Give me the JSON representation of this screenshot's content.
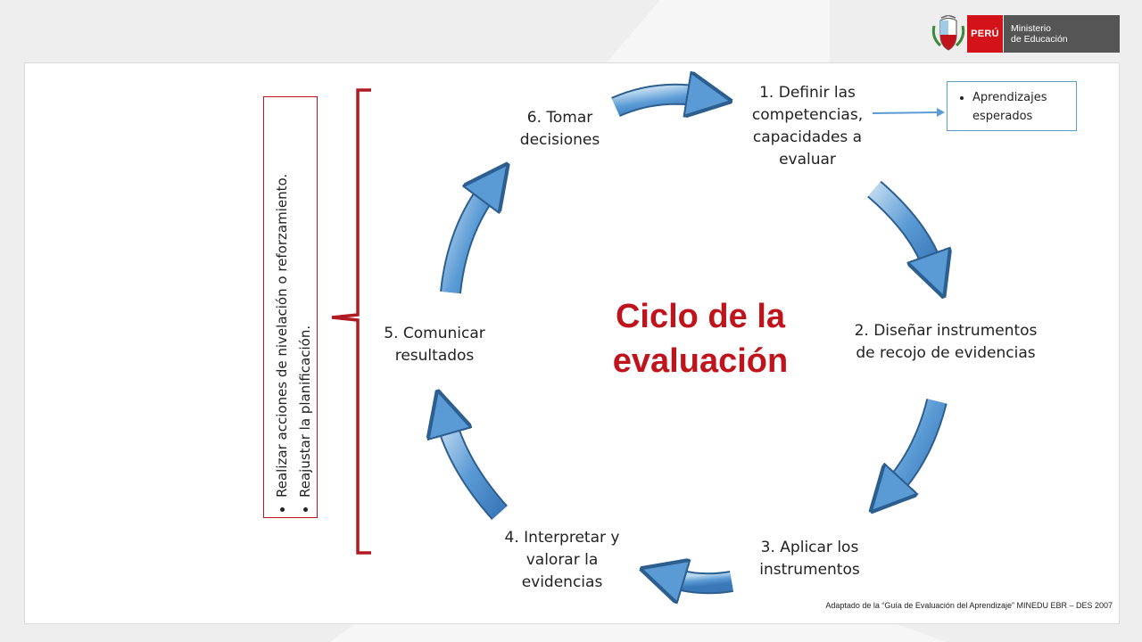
{
  "logo": {
    "country": "PERÚ",
    "ministry_line1": "Ministerio",
    "ministry_line2": "de Educación"
  },
  "title_lines": [
    "Ciclo de la",
    "evaluación"
  ],
  "steps": [
    {
      "lines": [
        "1. Definir las",
        "competencias,",
        "capacidades a",
        "evaluar"
      ]
    },
    {
      "lines": [
        "2. Diseñar instrumentos",
        "de recojo de evidencias"
      ]
    },
    {
      "lines": [
        "3. Aplicar los",
        "instrumentos"
      ]
    },
    {
      "lines": [
        "4. Interpretar y",
        "valorar la",
        "evidencias"
      ]
    },
    {
      "lines": [
        "5. Comunicar",
        "resultados"
      ]
    },
    {
      "lines": [
        "6. Tomar",
        "decisiones"
      ]
    }
  ],
  "note": {
    "item": "Aprendizajes esperados"
  },
  "actions": {
    "items": [
      "Realizar acciones de nivelación o reforzamiento.",
      "Reajustar la planificación."
    ]
  },
  "footer": "Adaptado de la “Guía de Evaluación del Aprendizaje” MINEDU EBR – DES 2007",
  "colors": {
    "accent_red": "#c0141c",
    "arrow_blue": "#5b9bd5"
  }
}
